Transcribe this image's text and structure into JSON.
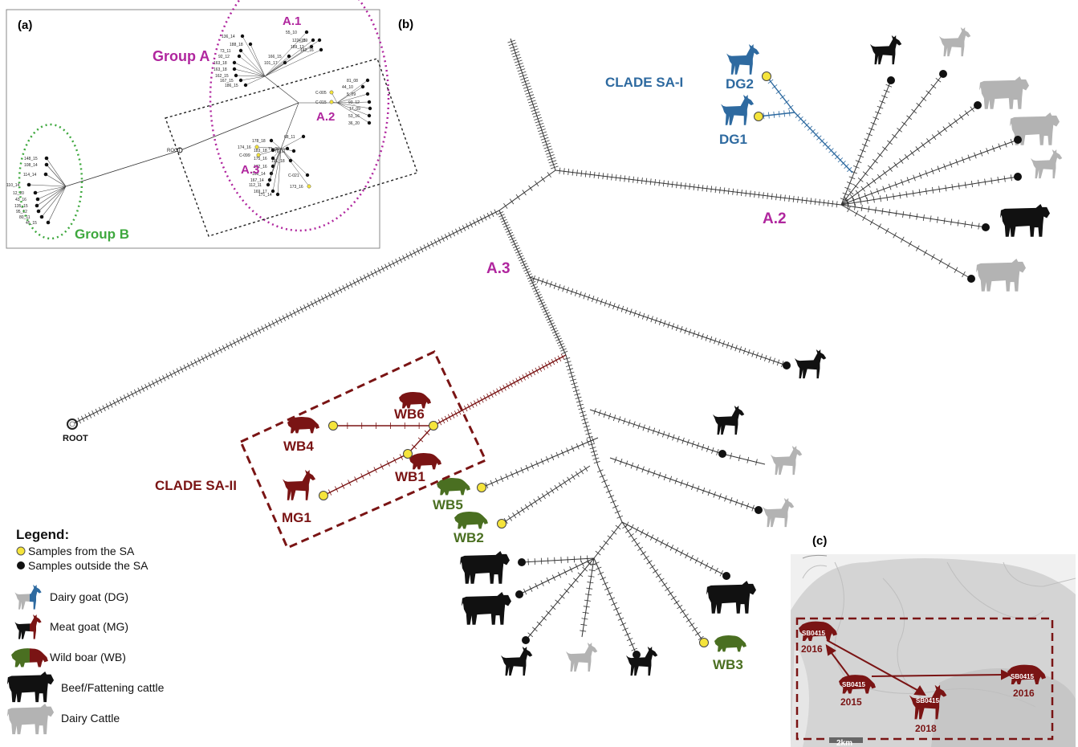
{
  "colors": {
    "magenta": "#b0269e",
    "green": "#3ea83e",
    "blue": "#2e6aa0",
    "darkred": "#7a1414",
    "olive": "#4a6f21",
    "black": "#111111",
    "grey": "#b3b3b3",
    "yellow": "#f5e43b"
  },
  "panel_a": {
    "letter": "(a)",
    "group_a": "Group A",
    "group_b": "Group B",
    "sub_a1": "A.1",
    "sub_a2": "A.2",
    "sub_a3": "A.3",
    "root_label": "ROOT",
    "group_b_tips": [
      "148_15",
      "108_14",
      "114_14",
      "110_14",
      "12_20",
      "43_16",
      "135_15",
      "95_12",
      "80_11",
      "45_15"
    ],
    "a1_tips": [
      "136_14",
      "188_18",
      "73_11",
      "92_12",
      "163_18",
      "163_18",
      "162_15",
      "167_15",
      "186_15",
      "55_10",
      "122_15",
      "189_13",
      "166_15",
      "101_17",
      "4_09",
      "142_16"
    ],
    "a2_tips": [
      "C-005",
      "C-015",
      "81_08",
      "44_10",
      "5_09",
      "93_12",
      "17_09",
      "53_16",
      "36_20"
    ],
    "a3_tips": [
      "174_16",
      "C-099",
      "178_18",
      "183_18",
      "175_16",
      "172_16",
      "166_14",
      "167_14",
      "112_11",
      "169_17",
      "171_14",
      "173_16",
      "71_06",
      "76_11",
      "191_18",
      "68_11",
      "C-021"
    ]
  },
  "panel_b": {
    "letter": "(b)",
    "root_label": "ROOT",
    "clade_sa1": "CLADE SA-I",
    "clade_sa2": "CLADE SA-II",
    "a2": "A.2",
    "a3": "A.3",
    "samples": {
      "dg1": "DG1",
      "dg2": "DG2",
      "wb1": "WB1",
      "wb2": "WB2",
      "wb3": "WB3",
      "wb4": "WB4",
      "wb5": "WB5",
      "wb6": "WB6",
      "mg1": "MG1"
    }
  },
  "legend": {
    "title": "Legend:",
    "items": [
      {
        "icon": "yellow-dot",
        "label": "Samples from the SA"
      },
      {
        "icon": "black-dot",
        "label": "Samples outside the SA"
      },
      {
        "icon": "dairy-goat-icon",
        "label": "Dairy goat (DG)"
      },
      {
        "icon": "meat-goat-icon",
        "label": "Meat goat (MG)"
      },
      {
        "icon": "wild-boar-icon",
        "label": "Wild boar (WB)"
      },
      {
        "icon": "beef-cattle-icon",
        "label": "Beef/Fattening cattle"
      },
      {
        "icon": "dairy-cattle-icon",
        "label": "Dairy Cattle"
      }
    ]
  },
  "panel_c": {
    "letter": "(c)",
    "scale": "2km",
    "markers": [
      {
        "code": "SB0415",
        "year": "2016"
      },
      {
        "code": "SB0415",
        "year": "2015"
      },
      {
        "code": "SB0415",
        "year": "2018"
      },
      {
        "code": "SB0415",
        "year": "2016"
      }
    ]
  }
}
